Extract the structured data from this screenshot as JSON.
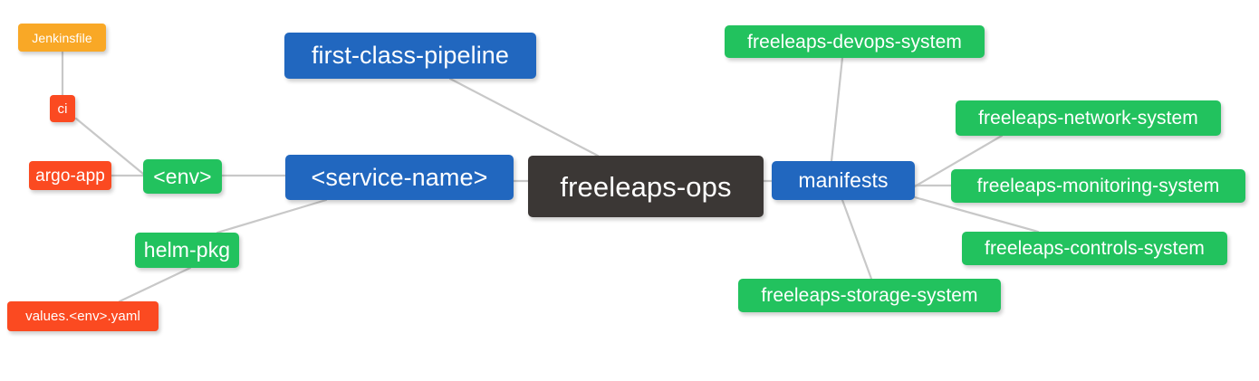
{
  "diagram": {
    "type": "mind-map",
    "title": "freeleaps-ops",
    "background": "#ffffff",
    "palette": {
      "root": "#3b3735",
      "blue": "#2167bf",
      "green": "#22c25e",
      "orange": "#f9a826",
      "red": "#fb4a21",
      "edge": "#c8c8c8",
      "text": "#ffffff"
    }
  },
  "nodes": {
    "root": {
      "label": "freeleaps-ops",
      "color": "#3b3735"
    },
    "first_class_pipeline": {
      "label": "first-class-pipeline",
      "color": "#2167bf"
    },
    "service_name": {
      "label": "<service-name>",
      "color": "#2167bf"
    },
    "manifests": {
      "label": "manifests",
      "color": "#2167bf"
    },
    "env": {
      "label": "<env>",
      "color": "#22c25e"
    },
    "helm_pkg": {
      "label": "helm-pkg",
      "color": "#22c25e"
    },
    "jenkinsfile": {
      "label": "Jenkinsfile",
      "color": "#f9a826"
    },
    "ci": {
      "label": "ci",
      "color": "#fb4a21"
    },
    "argo_app": {
      "label": "argo-app",
      "color": "#fb4a21"
    },
    "values_yaml": {
      "label": "values.<env>.yaml",
      "color": "#fb4a21"
    },
    "devops_system": {
      "label": "freeleaps-devops-system",
      "color": "#22c25e"
    },
    "network_system": {
      "label": "freeleaps-network-system",
      "color": "#22c25e"
    },
    "monitoring_system": {
      "label": "freeleaps-monitoring-system",
      "color": "#22c25e"
    },
    "controls_system": {
      "label": "freeleaps-controls-system",
      "color": "#22c25e"
    },
    "storage_system": {
      "label": "freeleaps-storage-system",
      "color": "#22c25e"
    }
  },
  "edges": [
    {
      "from": "root",
      "to": "first_class_pipeline"
    },
    {
      "from": "root",
      "to": "service_name"
    },
    {
      "from": "root",
      "to": "manifests"
    },
    {
      "from": "service_name",
      "to": "env"
    },
    {
      "from": "service_name",
      "to": "helm_pkg"
    },
    {
      "from": "env",
      "to": "ci"
    },
    {
      "from": "env",
      "to": "argo_app"
    },
    {
      "from": "ci",
      "to": "jenkinsfile"
    },
    {
      "from": "helm_pkg",
      "to": "values_yaml"
    },
    {
      "from": "manifests",
      "to": "devops_system"
    },
    {
      "from": "manifests",
      "to": "network_system"
    },
    {
      "from": "manifests",
      "to": "monitoring_system"
    },
    {
      "from": "manifests",
      "to": "controls_system"
    },
    {
      "from": "manifests",
      "to": "storage_system"
    }
  ]
}
